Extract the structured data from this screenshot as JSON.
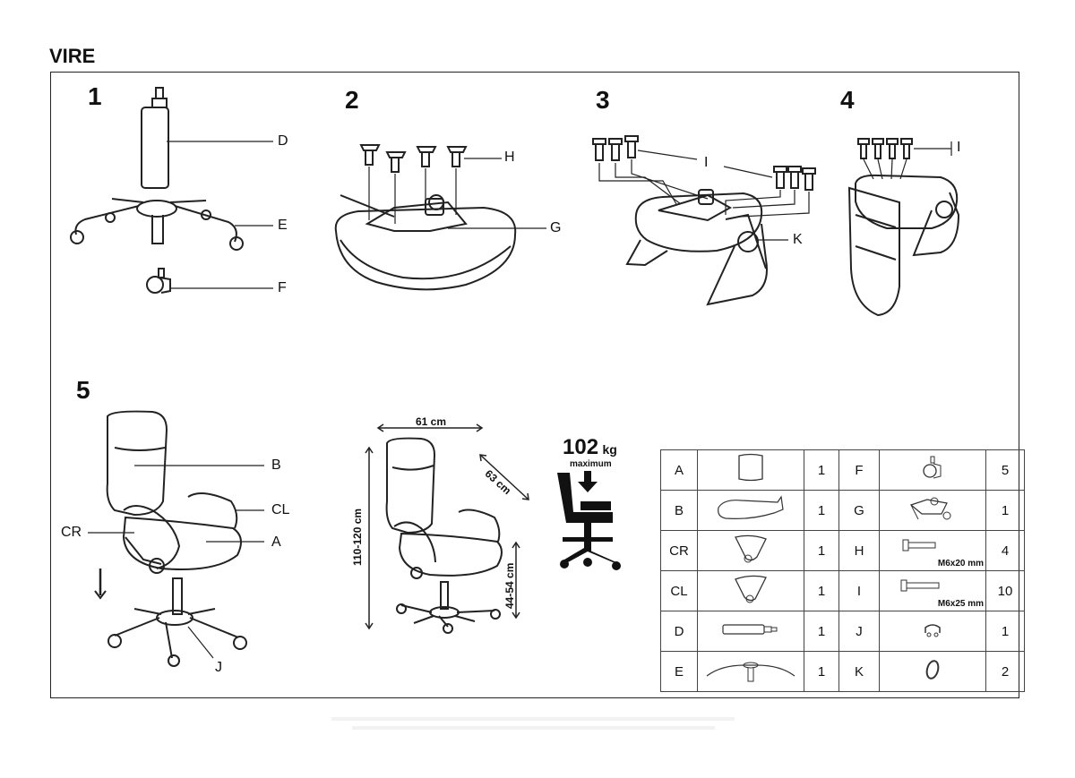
{
  "title": "VIRE",
  "steps": [
    "1",
    "2",
    "3",
    "4",
    "5"
  ],
  "labels": {
    "D": "D",
    "E": "E",
    "F": "F",
    "H": "H",
    "G": "G",
    "I": "I",
    "K": "K",
    "I4": "I",
    "B": "B",
    "CL": "CL",
    "CR": "CR",
    "A": "A",
    "J": "J"
  },
  "dimensions": {
    "width": "61 cm",
    "depth": "63 cm",
    "height": "110-120 cm",
    "seat": "44-54 cm"
  },
  "weight": {
    "value": "102",
    "unit": "kg",
    "note": "maximum"
  },
  "parts": [
    {
      "l1": "A",
      "q1": "1",
      "l2": "F",
      "q2": "5",
      "spec2": ""
    },
    {
      "l1": "B",
      "q1": "1",
      "l2": "G",
      "q2": "1",
      "spec2": ""
    },
    {
      "l1": "CR",
      "q1": "1",
      "l2": "H",
      "q2": "4",
      "spec2": "M6x20 mm"
    },
    {
      "l1": "CL",
      "q1": "1",
      "l2": "I",
      "q2": "10",
      "spec2": "M6x25 mm"
    },
    {
      "l1": "D",
      "q1": "1",
      "l2": "J",
      "q2": "1",
      "spec2": ""
    },
    {
      "l1": "E",
      "q1": "1",
      "l2": "K",
      "q2": "2",
      "spec2": ""
    }
  ],
  "icons": [
    "gas-lift-icon",
    "star-base-icon",
    "caster-icon",
    "seat-icon",
    "screw-icon",
    "mechanism-icon",
    "armrest-icon",
    "backrest-icon",
    "chair-icon",
    "weight-limit-icon",
    "ring-icon",
    "cap-icon"
  ]
}
